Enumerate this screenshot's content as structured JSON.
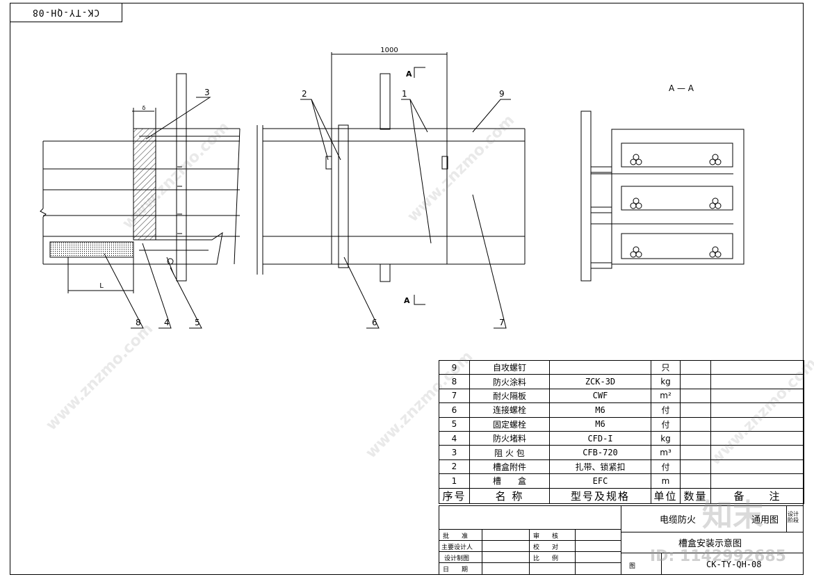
{
  "drawing_code": "CK-TY-QH-08",
  "dimension_1000": "1000",
  "dimension_delta": "δ",
  "dimension_L": "L",
  "section_marker": "A",
  "section_title": "A — A",
  "callouts": [
    "1",
    "2",
    "3",
    "4",
    "5",
    "6",
    "7",
    "8",
    "9"
  ],
  "bom": {
    "rows": [
      {
        "no": "9",
        "name": "自攻螺钉",
        "spec": "",
        "unit": "只",
        "qty": "",
        "note": ""
      },
      {
        "no": "8",
        "name": "防火涂料",
        "spec": "ZCK-3D",
        "unit": "kg",
        "qty": "",
        "note": ""
      },
      {
        "no": "7",
        "name": "耐火隔板",
        "spec": "CWF",
        "unit": "m²",
        "qty": "",
        "note": ""
      },
      {
        "no": "6",
        "name": "连接螺栓",
        "spec": "M6",
        "unit": "付",
        "qty": "",
        "note": ""
      },
      {
        "no": "5",
        "name": "固定螺栓",
        "spec": "M6",
        "unit": "付",
        "qty": "",
        "note": ""
      },
      {
        "no": "4",
        "name": "防火堵料",
        "spec": "CFD-I",
        "unit": "kg",
        "qty": "",
        "note": ""
      },
      {
        "no": "3",
        "name": "阻 火 包",
        "spec": "CFB-720",
        "unit": "m³",
        "qty": "",
        "note": ""
      },
      {
        "no": "2",
        "name": "槽盒附件",
        "spec": "扎带、锁紧扣",
        "unit": "付",
        "qty": "",
        "note": ""
      },
      {
        "no": "1",
        "name": "槽　　盒",
        "spec": "EFC",
        "unit": "m",
        "qty": "",
        "note": ""
      }
    ],
    "header": {
      "no": "序号",
      "name": "名 称",
      "spec": "型号及规格",
      "unit": "单位",
      "qty": "数量",
      "note": "备　　注"
    }
  },
  "title_block": {
    "project": "电缆防火",
    "general": "通用图",
    "stage": "设计阶段",
    "drawing_name": "槽盒安装示意图",
    "drawing_no_label": "图",
    "drawing_no_value": "CK-TY-QH-08",
    "roles_left": [
      "批　　准",
      "主要设计人",
      "设计制图",
      "日　　期"
    ],
    "roles_right": [
      "审　　核",
      "校　　对",
      "比　　例"
    ]
  },
  "watermark": {
    "site": "www.znzmo.com",
    "brand": "知末",
    "id": "ID: 1142992685"
  }
}
